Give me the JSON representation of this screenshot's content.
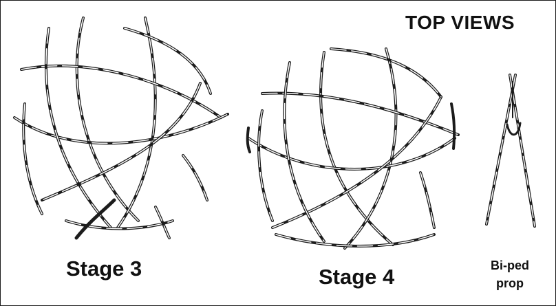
{
  "header": {
    "title": "TOP VIEWS"
  },
  "figures": [
    {
      "label": "Stage 3",
      "icon": "stage-3-dome-icon"
    },
    {
      "label": "Stage 4",
      "icon": "stage-4-dome-icon"
    },
    {
      "label_line1": "Bi-ped",
      "label_line2": "prop",
      "icon": "biped-prop-icon"
    }
  ]
}
